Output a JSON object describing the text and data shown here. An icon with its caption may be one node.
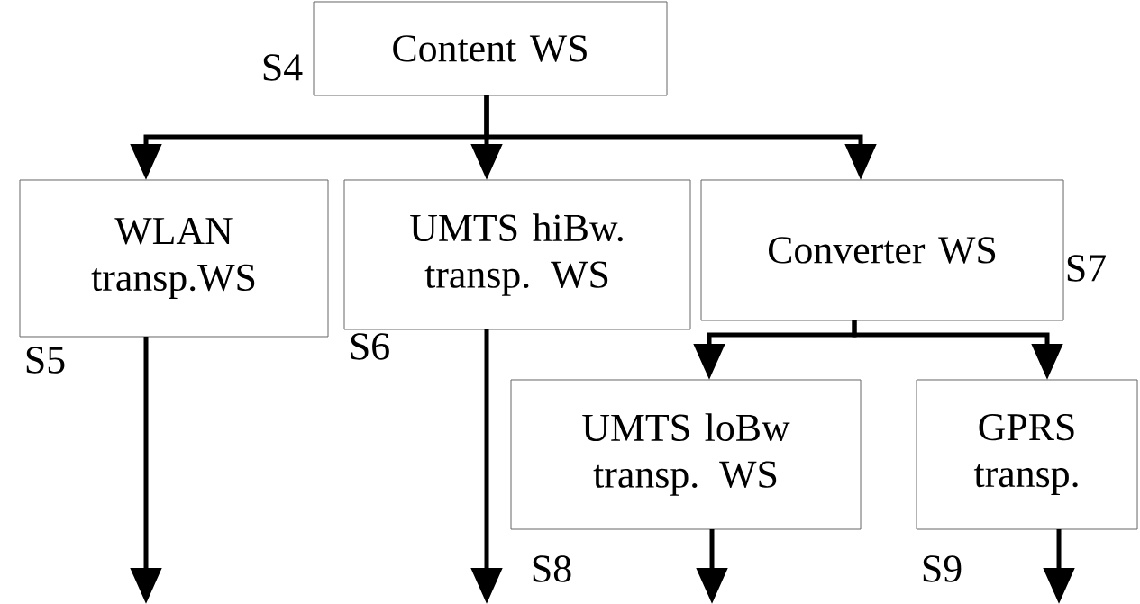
{
  "diagram": {
    "nodes": [
      {
        "text": [
          "Content WS"
        ],
        "beside": [
          "S4"
        ]
      },
      {
        "text": [
          "WLAN transp.WS"
        ],
        "beside": [
          "S5"
        ]
      },
      {
        "text": [
          "UMTS hiBw. transp. WS"
        ],
        "beside": [
          "S6"
        ]
      },
      {
        "text": [
          "Converter WS"
        ],
        "beside": [
          "S7"
        ]
      },
      {
        "text": [
          "UMTS loBw transp. WS"
        ],
        "beside": [
          "S8"
        ]
      },
      {
        "text": [
          "GPRS transp."
        ],
        "beside": [
          "S9"
        ]
      }
    ],
    "edges": [
      {
        "from": 0,
        "to": 1,
        "arrow": "to"
      },
      {
        "from": 0,
        "to": 2,
        "arrow": "to"
      },
      {
        "from": 0,
        "to": 3,
        "arrow": "to"
      },
      {
        "from": 3,
        "to": 4,
        "arrow": "to"
      },
      {
        "from": 3,
        "to": 5,
        "arrow": "to"
      },
      {
        "from": 1,
        "to": null,
        "arrow": "to"
      },
      {
        "from": 2,
        "to": null,
        "arrow": "to"
      },
      {
        "from": 4,
        "to": null,
        "arrow": "to"
      },
      {
        "from": 5,
        "to": null,
        "arrow": "to"
      }
    ]
  }
}
